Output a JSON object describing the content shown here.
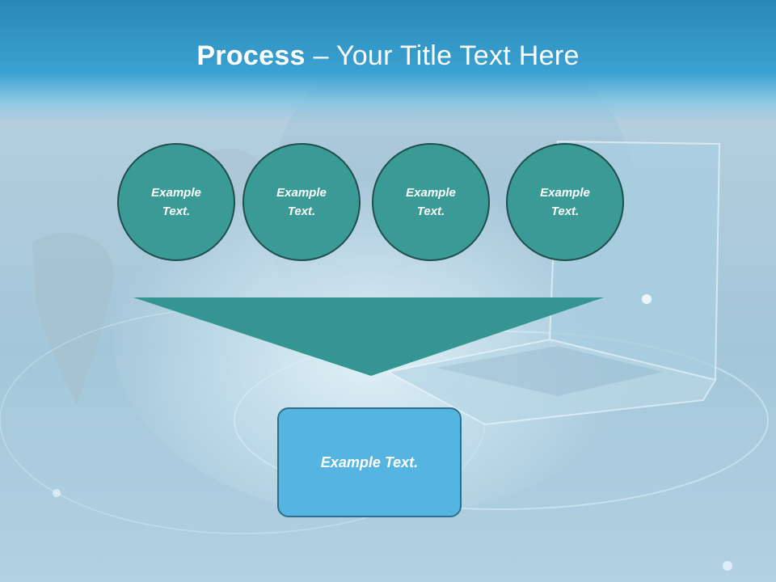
{
  "title": {
    "bold": "Process",
    "rest": " – Your Title Text Here"
  },
  "process": {
    "steps": [
      {
        "label": "Example Text."
      },
      {
        "label": "Example Text."
      },
      {
        "label": "Example Text."
      },
      {
        "label": "Example Text."
      }
    ],
    "result": {
      "label": "Example Text."
    }
  },
  "colors": {
    "title_band": "#3aa2d2",
    "circle_fill": "#3a9a96",
    "circle_border": "#1f4e4d",
    "funnel_fill": "#349592",
    "result_fill": "#56b5e0",
    "result_border": "#2f6f8a"
  }
}
